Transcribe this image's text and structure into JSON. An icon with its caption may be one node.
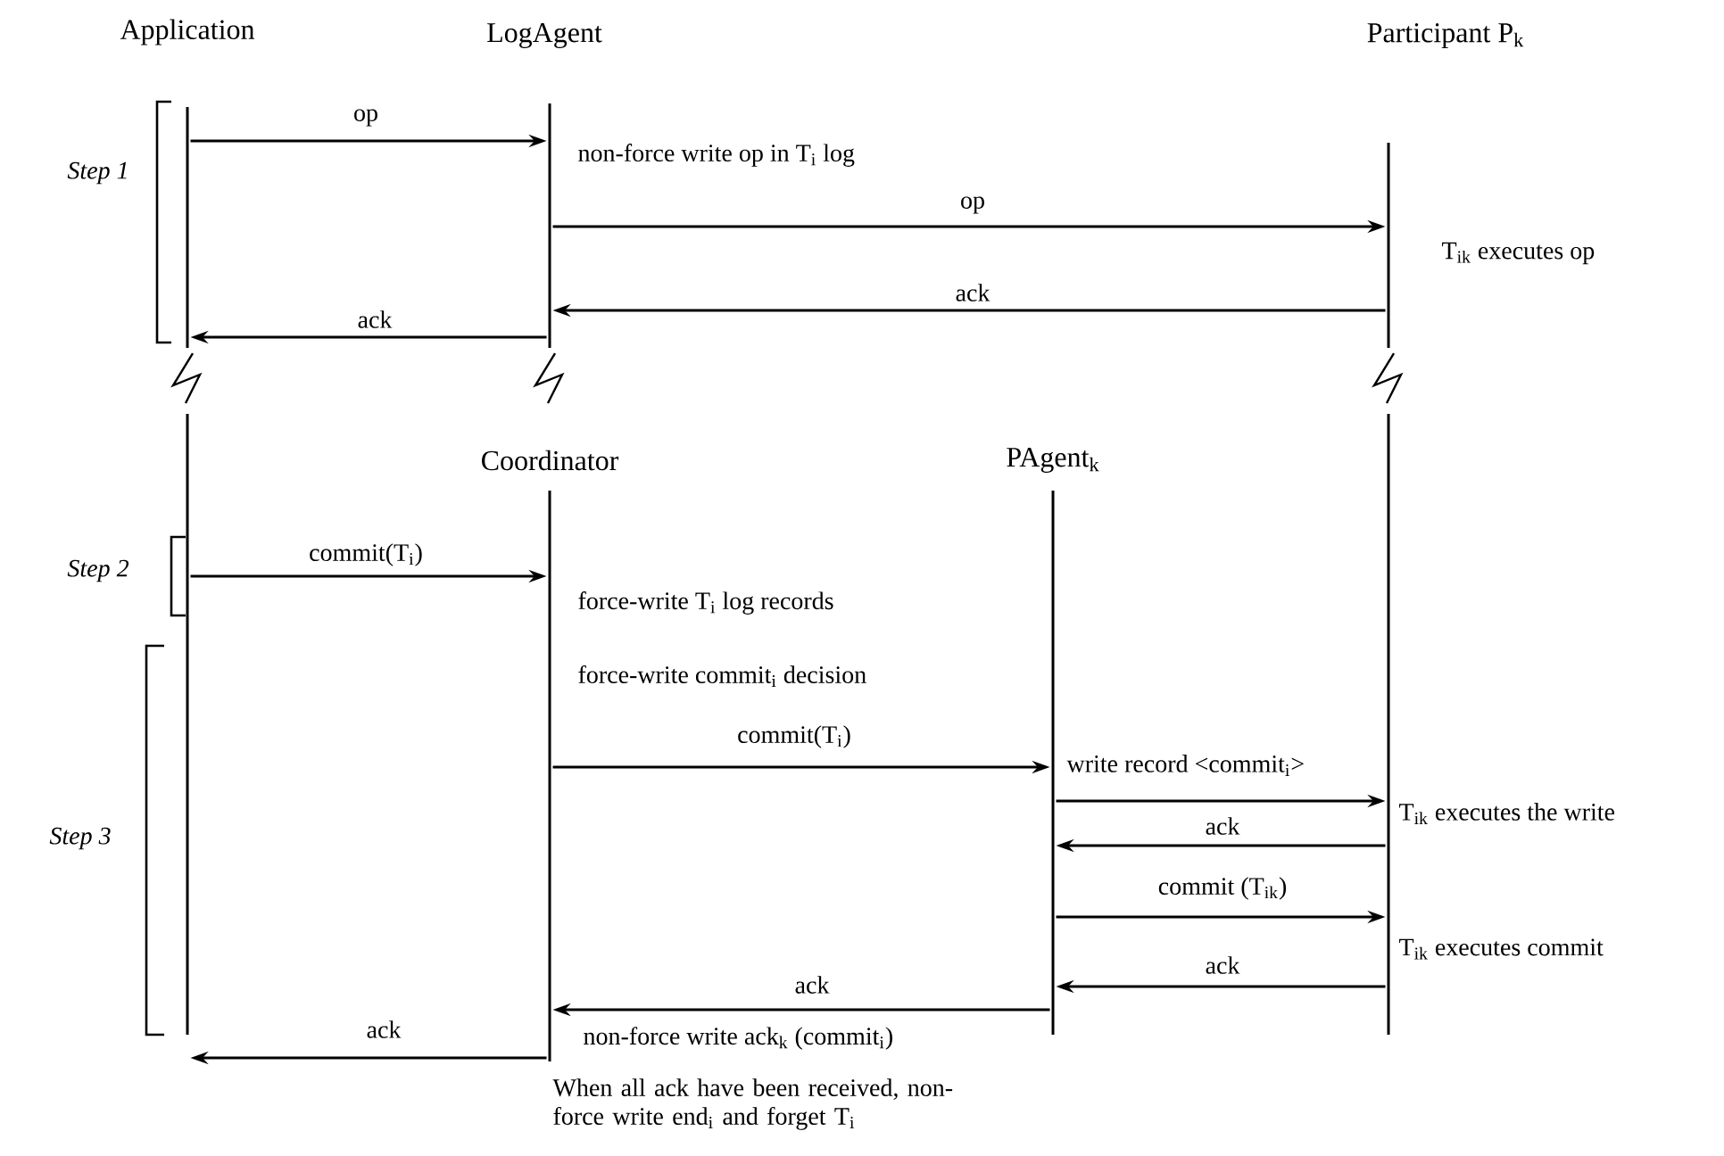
{
  "diagram": {
    "nodes": [
      {
        "text": [
          "Application"
        ]
      },
      {
        "text": [
          "LogAgent"
        ]
      },
      {
        "text": [
          "Participant P$_{k}$"
        ]
      },
      {
        "text": [
          "Coordinator"
        ]
      },
      {
        "text": [
          "PAgent$_{k}$"
        ]
      }
    ],
    "edges": [
      {
        "from": 0,
        "to": 1,
        "arrow": "to",
        "label": "op"
      },
      {
        "from": 1,
        "to": 2,
        "arrow": "to",
        "label": "op"
      },
      {
        "from": 2,
        "to": 1,
        "arrow": "to",
        "label": "ack"
      },
      {
        "from": 1,
        "to": 0,
        "arrow": "to",
        "label": "ack"
      },
      {
        "from": 0,
        "to": 3,
        "arrow": "to",
        "label": "commit(T$_{i}$)"
      },
      {
        "from": 3,
        "to": 4,
        "arrow": "to",
        "label": "commit(T$_{i}$)"
      },
      {
        "from": 4,
        "to": 2,
        "arrow": "to",
        "label": "write record <commit$_{i}$>"
      },
      {
        "from": 2,
        "to": 4,
        "arrow": "to",
        "label": "ack"
      },
      {
        "from": 4,
        "to": 2,
        "arrow": "to",
        "label": "commit (T$_{ik}$)"
      },
      {
        "from": 2,
        "to": 4,
        "arrow": "to",
        "label": "ack"
      },
      {
        "from": 4,
        "to": 3,
        "arrow": "to",
        "label": "ack"
      },
      {
        "from": 3,
        "to": 0,
        "arrow": "to",
        "label": "ack"
      }
    ],
    "labels": [
      "Step 1",
      "non-force write op in T$_{i}$ log",
      "T$_{ik}$ executes op",
      "Step 2",
      "force-write T$_{i}$  log records",
      "force-write commit$_{i}$ decision",
      "Step 3",
      "T$_{ik}$ executes the write",
      "T$_{ik}$ executes commit",
      "non-force write ack$_{k}$ (commit$_{i}$)",
      "When all ack have been received, non-force write end$_{i}$ and forget T$_{i}$"
    ]
  }
}
